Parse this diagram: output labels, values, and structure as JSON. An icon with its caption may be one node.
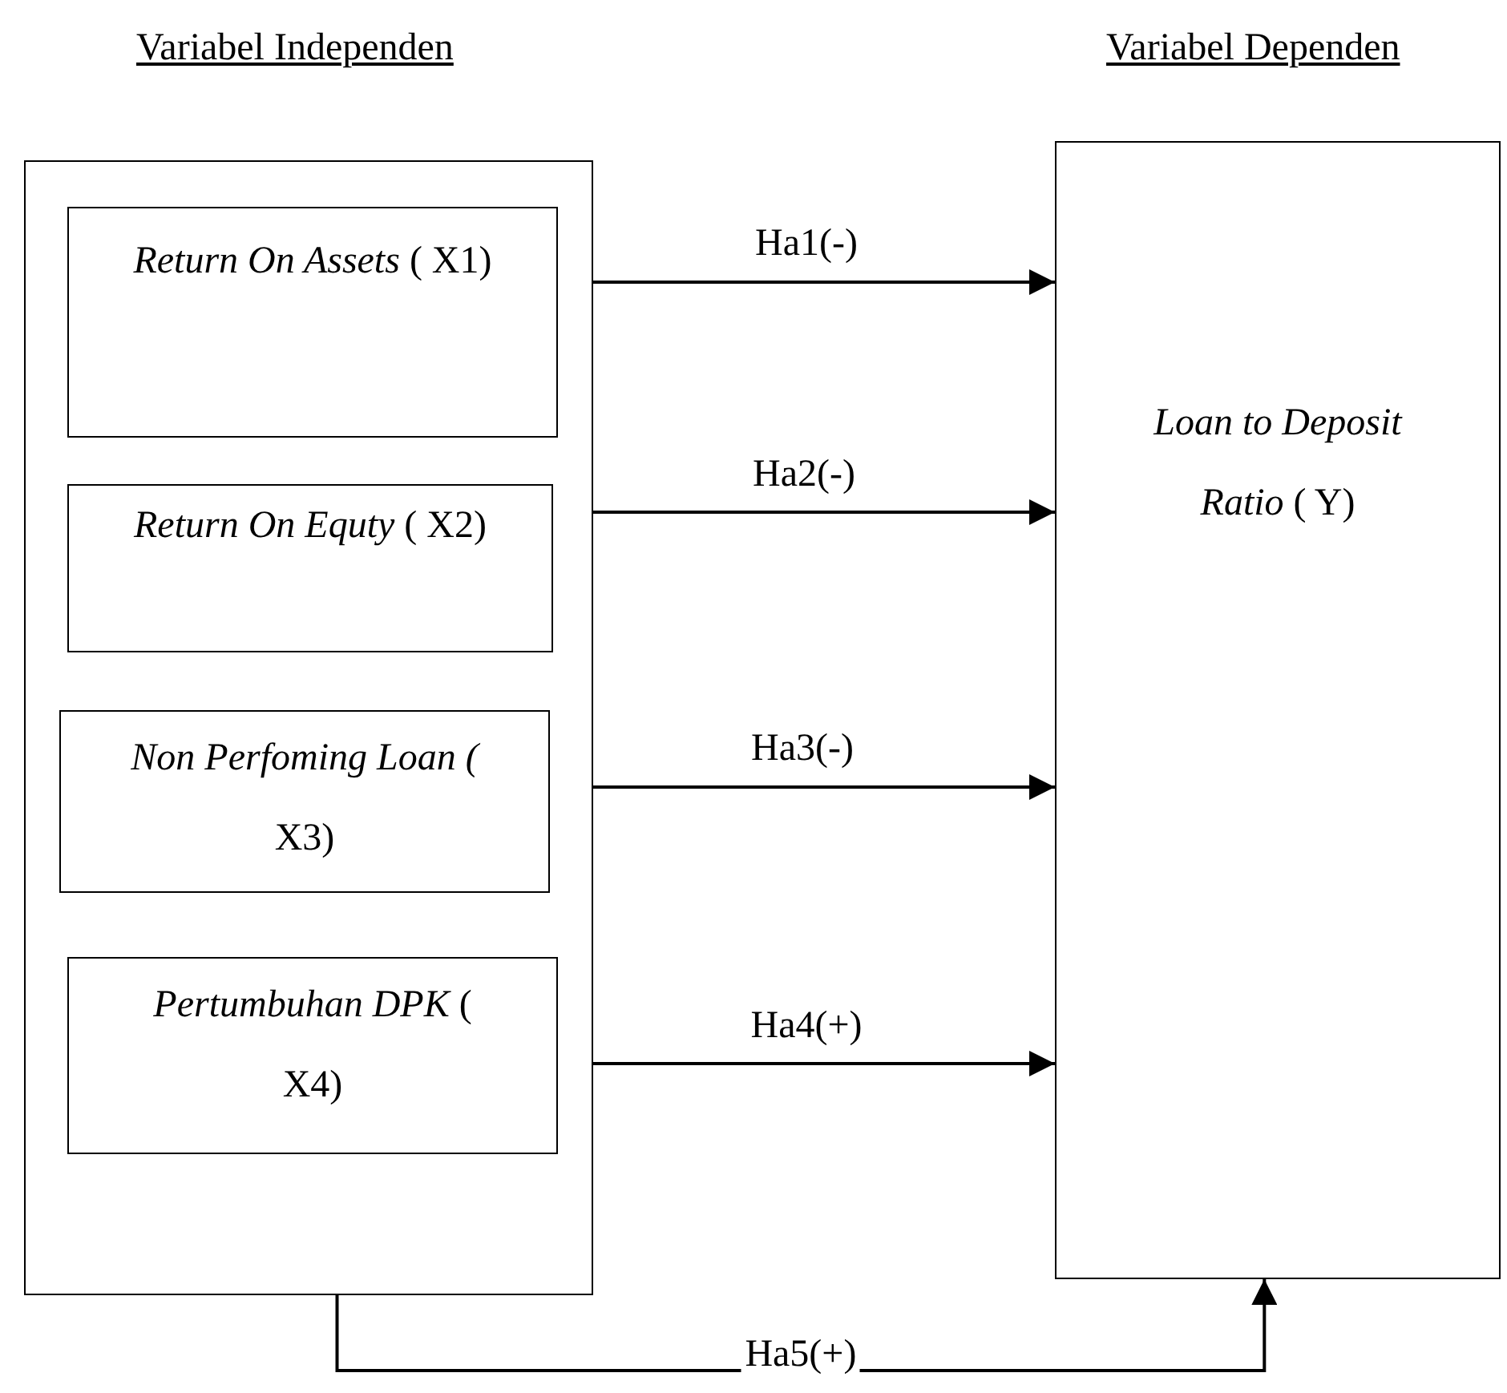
{
  "diagram": {
    "nodes": [
      {
        "text": [],
        "shape": "box"
      },
      {
        "text": [
          "*Return On Assets* ( X1)"
        ],
        "in": 0
      },
      {
        "text": [
          "*Return On Equty* ( X2)"
        ],
        "in": 0
      },
      {
        "text": [
          "*Non Perfoming Loan (* X3)"
        ],
        "in": 0
      },
      {
        "text": [
          "*Pertumbuhan DPK* ( X4)"
        ],
        "in": 0
      },
      {
        "text": [
          "*Loan to Deposit Ratio* ( Y)"
        ]
      }
    ],
    "edges": [
      {
        "from": 1,
        "to": 5,
        "arrow": "to",
        "label": "Ha1(-)"
      },
      {
        "from": 2,
        "to": 5,
        "arrow": "to",
        "label": "Ha2(-)"
      },
      {
        "from": 3,
        "to": 5,
        "arrow": "to",
        "label": "Ha3(-)"
      },
      {
        "from": 4,
        "to": 5,
        "arrow": "to",
        "label": "Ha4(+)"
      },
      {
        "from": 0,
        "to": 5,
        "arrow": "to",
        "label": "Ha5(+)"
      }
    ],
    "labels": [
      "Variabel Independen",
      "Variabel Dependen"
    ]
  }
}
